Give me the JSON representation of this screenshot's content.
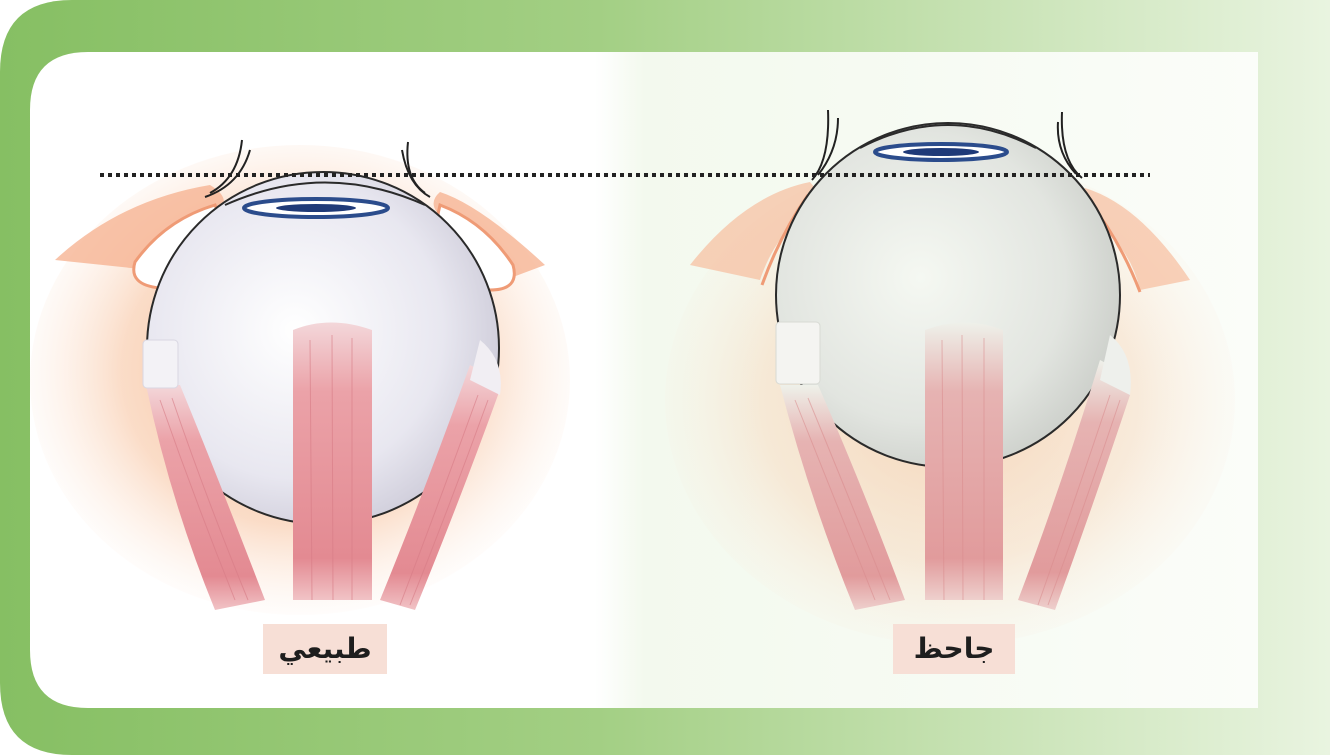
{
  "labels": {
    "normal": "طبيعي",
    "bulging": "جاحظ"
  },
  "colors": {
    "frame_green": "#8cc26a",
    "muscle_pink": "#e89aa0",
    "tissue_orange": "#f4a877",
    "eyeball_gray": "#e4e3ec",
    "lens_blue": "#2b4c8c",
    "label_background": "#f7dfd6"
  },
  "icons": [
    "normal-eye-illustration",
    "protruding-eye-illustration"
  ]
}
